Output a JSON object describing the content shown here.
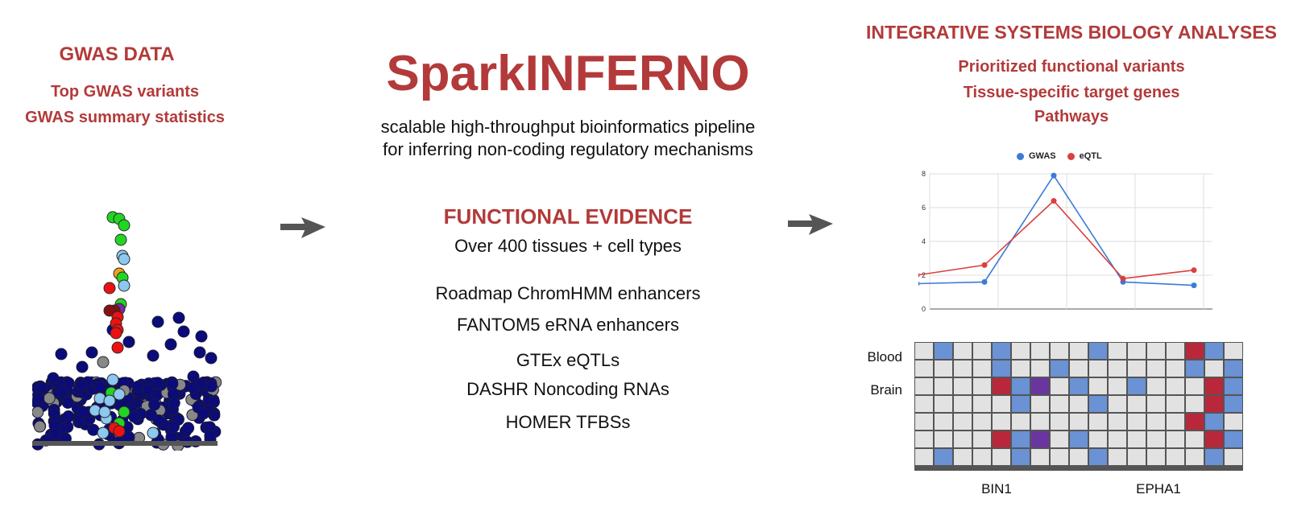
{
  "left": {
    "title": "GWAS DATA",
    "items": [
      "Top GWAS variants",
      "GWAS summary statistics"
    ]
  },
  "center": {
    "title": "SparkINFERNO",
    "subtitle_lines": [
      "scalable high-throughput bioinformatics pipeline",
      "for inferring non-coding regulatory mechanisms"
    ],
    "evidence_title": "FUNCTIONAL EVIDENCE",
    "evidence_subtitle": "Over 400 tissues + cell types",
    "evidence_items": [
      "Roadmap ChromHMM enhancers",
      "FANTOM5 eRNA enhancers",
      "GTEx eQTLs",
      "DASHR Noncoding RNAs",
      "HOMER TFBSs"
    ]
  },
  "right": {
    "title": "INTEGRATIVE SYSTEMS BIOLOGY ANALYSES",
    "items": [
      "Prioritized functional variants",
      "Tissue-specific target genes",
      "Pathways"
    ]
  },
  "heatmap": {
    "row_labels": [
      "Blood",
      "Brain"
    ],
    "col_labels": [
      "BIN1",
      "EPHA1"
    ]
  },
  "chart_data": {
    "type": "line",
    "x": [
      1,
      2,
      3,
      4,
      5
    ],
    "series": [
      {
        "name": "GWAS",
        "values": [
          1.5,
          1.6,
          7.9,
          1.6,
          1.4
        ],
        "color": "#3a7bd5"
      },
      {
        "name": "eQTL",
        "values": [
          2.0,
          2.6,
          6.4,
          1.8,
          2.3
        ],
        "color": "#d94040"
      }
    ],
    "yticks": [
      "0",
      "2",
      "4",
      "6",
      "8"
    ],
    "ylim": [
      0,
      8
    ],
    "grid": true,
    "legend_position": "top"
  },
  "colors": {
    "accent_red": "#b33a3a",
    "arrow": "#555555",
    "gwas_blue": "#3a7bd5",
    "eqtl_red": "#d94040"
  }
}
